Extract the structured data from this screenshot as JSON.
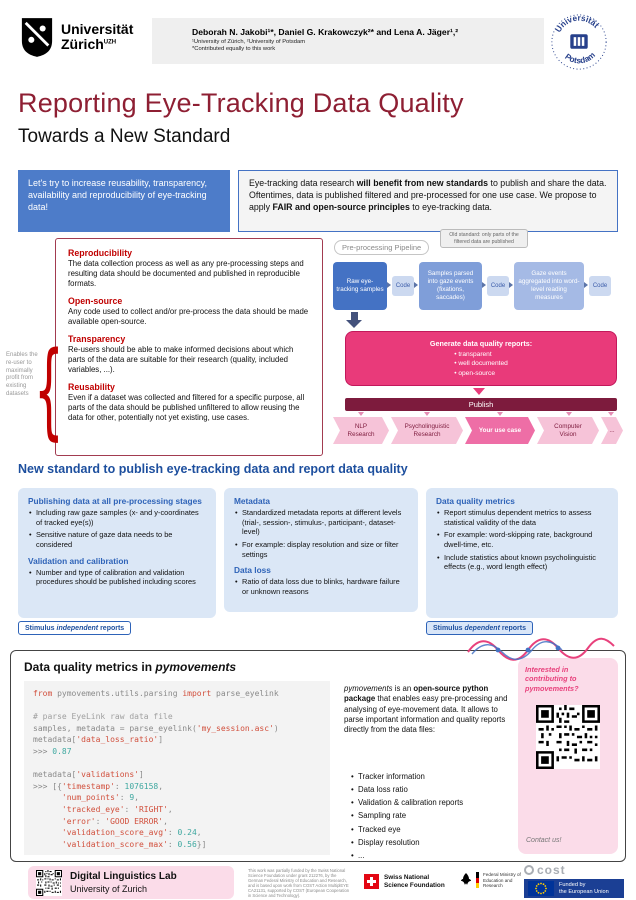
{
  "colors": {
    "maroon": "#8e1f33",
    "blue": "#4472c4",
    "blue_dark": "#1d4f9e",
    "pink": "#e8417c",
    "publish_maroon": "#7d1b3d"
  },
  "header": {
    "uzh": {
      "name_line1": "Universität",
      "name_line2": "Zürich",
      "sup": "UZH"
    },
    "authors": "Deborah N. Jakobi¹*, Daniel G. Krakowczyk²* and Lena A. Jäger¹,²",
    "affiliations": "¹University of Zürich, ²University of Potsdam",
    "equal_note": "*Contributed equally to this work",
    "potsdam": {
      "arc_top": "Universität",
      "arc_bottom": "Potsdam"
    }
  },
  "title": {
    "main": "Reporting Eye-Tracking Data Quality",
    "subtitle": "Towards a New Standard"
  },
  "intro": {
    "callout": "Let's try to increase reusability, transparency, availability and reproducibility of eye-tracking data!",
    "box": {
      "seg0": "Eye-tracking data research ",
      "seg1": "will benefit from new standards",
      "seg2": " to publish and share the data. Oftentimes, data is published filtered and pre-processed for one use case. We propose to apply ",
      "seg3": "FAIR and open-source principles",
      "seg4": " to eye-tracking data."
    }
  },
  "principles": {
    "side_note": "Enables the re-user to maximally profit from existing datasets",
    "items": [
      {
        "title": "Reproducibility",
        "text": "The data collection process as well as any pre-processing steps and resulting data should be documented and published in reproducible formats."
      },
      {
        "title": "Open-source",
        "text": "Any code used to collect and/or pre-process the data should be made available open-source."
      },
      {
        "title": "Transparency",
        "text": "Re-users should be able to make informed decisions about which parts of the data are suitable for their research (quality, included variables, ...)."
      },
      {
        "title": "Reusability",
        "text": "Even if a dataset was collected and filtered for a specific purpose, all parts of the data should be published unfiltered to allow reusing the data for other, potentially not yet existing, use cases."
      }
    ]
  },
  "pipeline": {
    "label": "Pre-processing Pipeline",
    "old_standard_note": "Old standard: only parts of the filtered data are published",
    "stages": [
      {
        "label": "Raw eye-tracking samples"
      },
      {
        "label": "Code"
      },
      {
        "label": "Samples parsed into gaze events (fixations, saccades)"
      },
      {
        "label": "Code"
      },
      {
        "label": "Gaze events aggregated into word-level reading measures"
      },
      {
        "label": "Code"
      }
    ],
    "generate": {
      "title": "Generate data quality reports:",
      "bullets": [
        "transparent",
        "well documented",
        "open-source"
      ]
    },
    "publish_label": "Publish",
    "use_cases": [
      "NLP Research",
      "Psycholinguistic Research",
      "Your use case",
      "Computer Vision",
      "..."
    ]
  },
  "standards": {
    "heading": "New standard to publish eye-tracking data and report data quality",
    "col1": {
      "block1": {
        "title": "Publishing data at all pre-processing stages",
        "bullets": [
          "Including raw gaze samples (x- and y-coordinates of tracked eye(s))",
          "Sensitive nature of gaze data needs to be considered"
        ]
      },
      "block2": {
        "title": "Validation and calibration",
        "bullets": [
          "Number and type of calibration and validation procedures should be published including scores"
        ]
      }
    },
    "col2": {
      "block1": {
        "title": "Metadata",
        "bullets": [
          "Standardized metadata reports at different levels (trial-, session-, stimulus-, participant-, dataset-level)",
          "For example: display resolution and size or filter settings"
        ]
      },
      "block2": {
        "title": "Data loss",
        "bullets": [
          "Ratio of data loss due to blinks, hardware failure or unknown reasons"
        ]
      }
    },
    "col3": {
      "block1": {
        "title": "Data quality metrics",
        "bullets": [
          "Report stimulus dependent metrics to assess statistical validity of the data",
          "For example: word-skipping rate, background dwell-time, etc.",
          "Include statistics about known psycholinguistic effects (e.g., word length effect)"
        ]
      }
    },
    "badge1": {
      "pre": "Stimulus ",
      "em": "independent",
      "post": " reports"
    },
    "badge3": {
      "pre": "Stimulus ",
      "em": "dependent",
      "post": " reports"
    }
  },
  "pymovements": {
    "heading": {
      "pre": "Data quality metrics in ",
      "em": "pymovements"
    },
    "code_lines": [
      [
        {
          "t": "from ",
          "c": "kw"
        },
        {
          "t": "pymovements.utils.parsing ",
          "c": "pl"
        },
        {
          "t": "import ",
          "c": "kw"
        },
        {
          "t": "parse_eyelink",
          "c": "pl"
        }
      ],
      [],
      [
        {
          "t": "# parse EyeLink raw data file",
          "c": "com"
        }
      ],
      [
        {
          "t": "samples, metadata = parse_eyelink(",
          "c": "pl"
        },
        {
          "t": "'my_session.asc'",
          "c": "str"
        },
        {
          "t": ")",
          "c": "pl"
        }
      ],
      [
        {
          "t": "metadata[",
          "c": "pl"
        },
        {
          "t": "'data_loss_ratio'",
          "c": "str"
        },
        {
          "t": "]",
          "c": "pl"
        }
      ],
      [
        {
          "t": ">>> ",
          "c": "out"
        },
        {
          "t": "0.87",
          "c": "num"
        }
      ],
      [],
      [
        {
          "t": "metadata[",
          "c": "pl"
        },
        {
          "t": "'validations'",
          "c": "str"
        },
        {
          "t": "]",
          "c": "pl"
        }
      ],
      [
        {
          "t": ">>> [{",
          "c": "out"
        },
        {
          "t": "'timestamp'",
          "c": "str"
        },
        {
          "t": ": ",
          "c": "pl"
        },
        {
          "t": "1076158",
          "c": "num"
        },
        {
          "t": ",",
          "c": "pl"
        }
      ],
      [
        {
          "t": "      ",
          "c": "pl"
        },
        {
          "t": "'num_points'",
          "c": "str"
        },
        {
          "t": ": ",
          "c": "pl"
        },
        {
          "t": "9",
          "c": "num"
        },
        {
          "t": ",",
          "c": "pl"
        }
      ],
      [
        {
          "t": "      ",
          "c": "pl"
        },
        {
          "t": "'tracked_eye'",
          "c": "str"
        },
        {
          "t": ": ",
          "c": "pl"
        },
        {
          "t": "'RIGHT'",
          "c": "str"
        },
        {
          "t": ",",
          "c": "pl"
        }
      ],
      [
        {
          "t": "      ",
          "c": "pl"
        },
        {
          "t": "'error'",
          "c": "str"
        },
        {
          "t": ": ",
          "c": "pl"
        },
        {
          "t": "'GOOD ERROR'",
          "c": "str"
        },
        {
          "t": ",",
          "c": "pl"
        }
      ],
      [
        {
          "t": "      ",
          "c": "pl"
        },
        {
          "t": "'validation_score_avg'",
          "c": "str"
        },
        {
          "t": ": ",
          "c": "pl"
        },
        {
          "t": "0.24",
          "c": "num"
        },
        {
          "t": ",",
          "c": "pl"
        }
      ],
      [
        {
          "t": "      ",
          "c": "pl"
        },
        {
          "t": "'validation_score_max'",
          "c": "str"
        },
        {
          "t": ": ",
          "c": "pl"
        },
        {
          "t": "0.56",
          "c": "num"
        },
        {
          "t": "}]",
          "c": "pl"
        }
      ]
    ],
    "desc": {
      "seg0": "pymovements",
      "seg1": " is an ",
      "seg2": "open-source python package",
      "seg3": " that enables easy pre-processing and analysing of eye-movement data. It allows to parse important information and quality reports directly from the data files:"
    },
    "features": [
      "Tracker information",
      "Data loss ratio",
      "Validation & calibration reports",
      "Sampling rate",
      "Tracked eye",
      "Display resolution",
      "..."
    ],
    "contribute": {
      "question": "Interested in contributing to pymovements?",
      "contact": "Contact us!"
    }
  },
  "footer": {
    "lab": {
      "line1": "Digital Linguistics Lab",
      "line2": "University of Zurich"
    },
    "funding_note": "This work was partially funded by the Swiss National Science Foundation under grant 212276, by the German Federal Ministry of Education and Research, and is based upon work from COST Action MultiplEYE CA21131, supported by COST (European Cooperation in Science and Technology).",
    "snsf": {
      "line1": "Swiss National",
      "line2": "Science Foundation"
    },
    "bmbf": {
      "text": "Federal Ministry of Education and Research"
    },
    "cost_label": "cost",
    "eu": {
      "line1": "Funded by",
      "line2": "the European Union"
    }
  }
}
